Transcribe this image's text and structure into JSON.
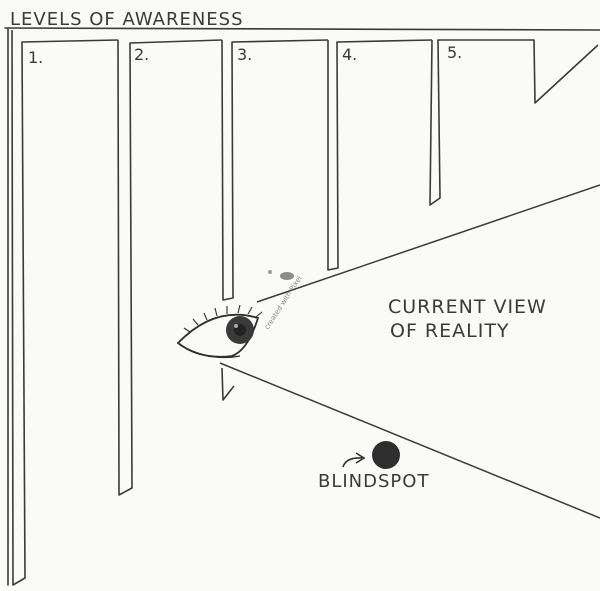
{
  "title": "LEVELS OF AWARENESS",
  "levels": [
    {
      "label": "1."
    },
    {
      "label": "2."
    },
    {
      "label": "3."
    },
    {
      "label": "4."
    },
    {
      "label": "5."
    }
  ],
  "view_label": {
    "line1": "CURRENT VIEW",
    "line2": "OF REALITY"
  },
  "blindspot_label": "BLINDSPOT",
  "watermark": "created with Pixel",
  "colors": {
    "ink": "#3a3a3a",
    "paper": "#fafaf8",
    "dot": "#2e2e2e"
  },
  "icons": {
    "eye": "eye-icon",
    "arrow": "curved-arrow-icon"
  }
}
